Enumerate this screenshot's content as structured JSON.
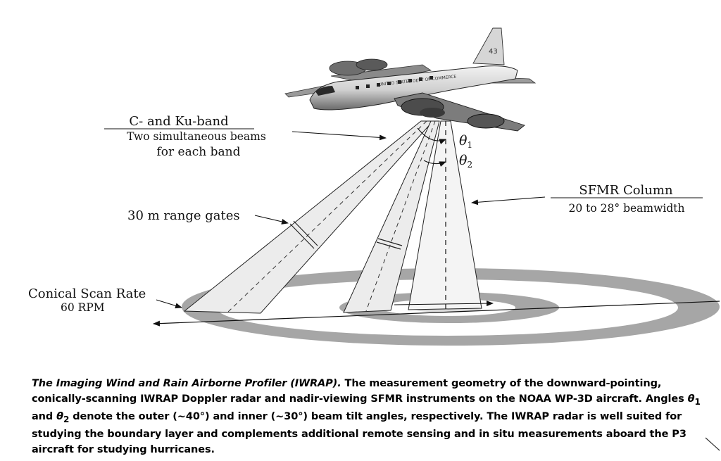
{
  "labels": {
    "band_title": "C- and Ku-band",
    "band_line1": "Two simultaneous beams",
    "band_line2": "for each band",
    "theta1": "θ",
    "theta1_sub": "1",
    "theta2": "θ",
    "theta2_sub": "2",
    "sfmr_title": "SFMR Column",
    "sfmr_sub": "20 to 28° beamwidth",
    "range_gates": "30 m range gates",
    "scan_rate_title": "Conical Scan Rate",
    "scan_rate_value": "60 RPM",
    "aircraft_marking": "UNITED STATES DEPT OF COMMERCE"
  },
  "caption": {
    "title": "The Imaging Wind and Rain Airborne Profiler (IWRAP).",
    "part1": " The measurement geometry of the downward-pointing, conically-scanning ",
    "iwrap": "IWRAP",
    "part2": " Doppler radar and nadir-viewing ",
    "sfmr": "SFMR",
    "part3": " instruments on the ",
    "noaa": "NOAA WP-3D",
    "part4": " aircraft. Angles ",
    "theta1": "θ",
    "sub1": "1",
    "and": " and ",
    "theta2": "θ",
    "sub2": "2",
    "part5": " denote the outer (~40°) and inner (~30°) beam tilt angles, respectively. The IWRAP radar is well suited for studying the boundary layer and complements additional remote sensing and in situ measurements aboard the P3 aircraft for studying hurricanes."
  }
}
